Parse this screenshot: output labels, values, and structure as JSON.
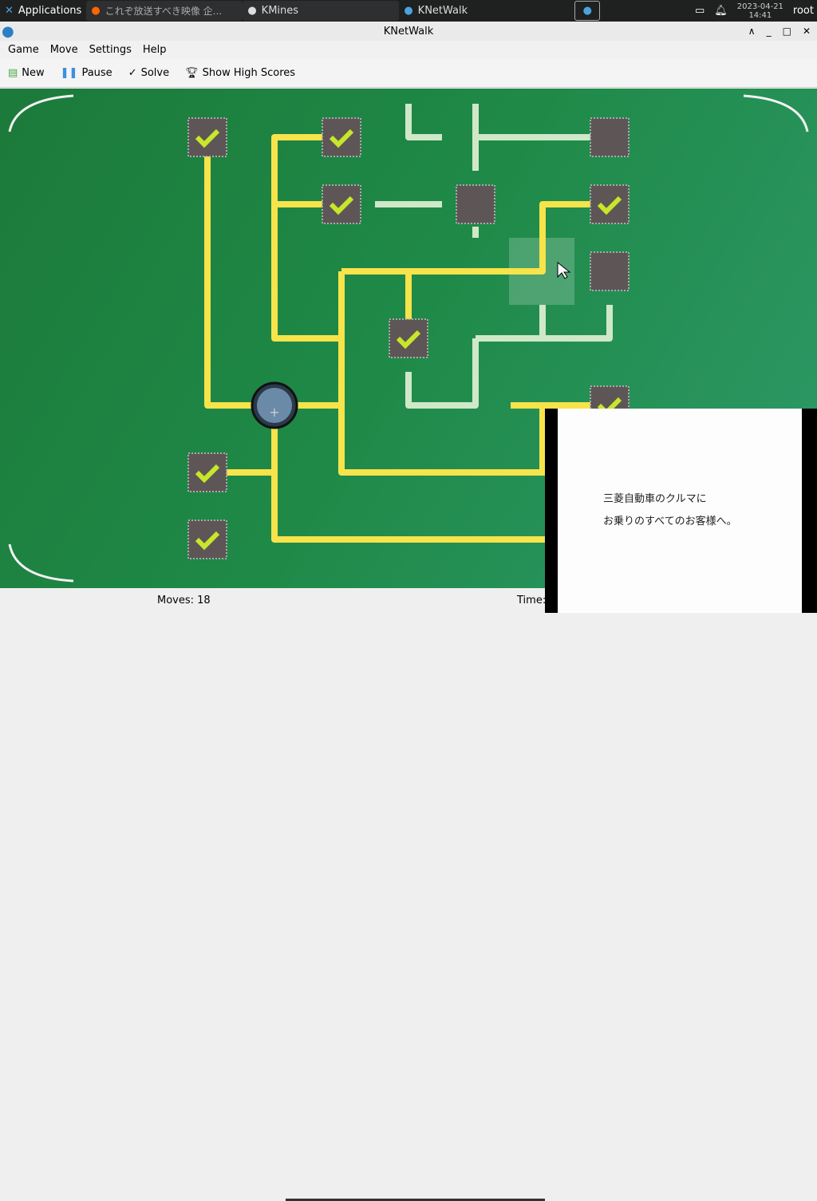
{
  "taskbar": {
    "apps_label": "Applications",
    "tasks": [
      "これぞ放送すべき映像 企...",
      "KMines",
      "KNetWalk"
    ],
    "date": "2023-04-21",
    "time": "14:41",
    "user": "root"
  },
  "window": {
    "title": "KNetWalk"
  },
  "menu": [
    "Game",
    "Move",
    "Settings",
    "Help"
  ],
  "toolbar": {
    "new": "New",
    "pause": "Pause",
    "solve": "Solve",
    "scores": "Show High Scores"
  },
  "status": {
    "moves": "Moves: 18",
    "time": "Time:"
  },
  "video": {
    "line1": "三菱自動車のクルマに",
    "line2": "お乗りのすべてのお客様へ。"
  },
  "colors": {
    "board": "#1f8a48",
    "connected": "#f7e34a",
    "disconnected": "#cfe8c8"
  }
}
